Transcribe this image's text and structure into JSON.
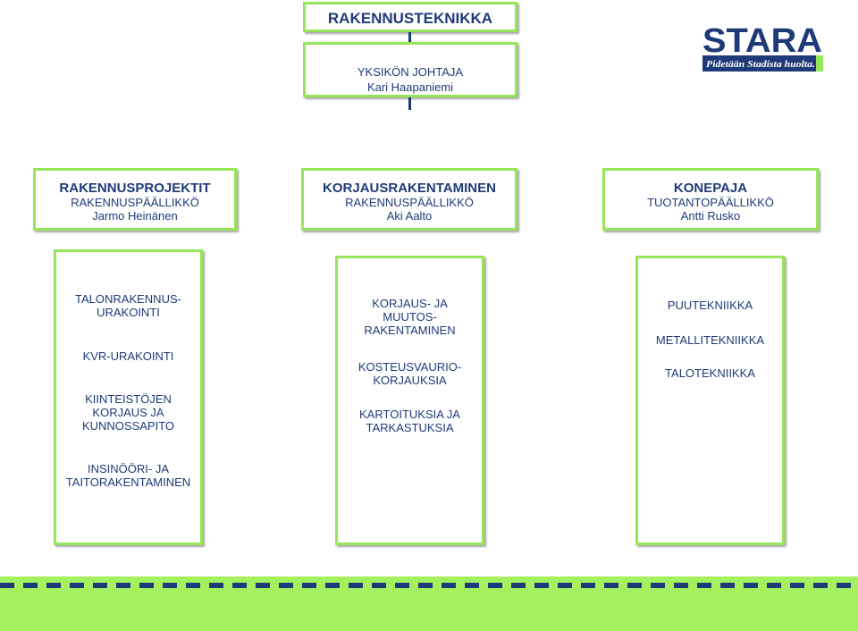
{
  "top": {
    "title": "RAKENNUSTEKNIKKA"
  },
  "director": {
    "role": "YKSIKÖN JOHTAJA",
    "name": "Kari Haapaniemi"
  },
  "departments": [
    {
      "title": "RAKENNUSPROJEKTIT",
      "role": "RAKENNUSPÄÄLLIKKÖ",
      "name": "Jarmo Heinänen"
    },
    {
      "title": "KORJAUSRAKENTAMINEN",
      "role": "RAKENNUSPÄÄLLIKKÖ",
      "name": "Aki Aalto"
    },
    {
      "title": "KONEPAJA",
      "role": "TUOTANTOPÄÄLLIKKÖ",
      "name": "Antti Rusko"
    }
  ],
  "units": [
    {
      "items": [
        "TALONRAKENNUS-\nURAKOINTI",
        "KVR-URAKOINTI",
        "KIINTEISTÖJEN\nKORJAUS JA\nKUNNOSSAPITO",
        "INSINÖÖRI- JA\nTAITORAKENTAMINEN"
      ]
    },
    {
      "items": [
        "KORJAUS-  JA\n        MUUTOS-\nRAKENTAMINEN",
        "KOSTEUSVAURIO-\n      KORJAUKSIA",
        "KARTOITUKSIA JA\n     TARKASTUKSIA"
      ]
    },
    {
      "items": [
        "PUUTEKNIIKKA",
        "METALLITEKNIIKKA",
        "TALOTEKNIIKKA"
      ]
    }
  ],
  "logo": {
    "name": "STARA",
    "slogan": "Pidetään Stadista huolta.",
    "brand_color": "#1f3a78",
    "accent_color": "#96e65a"
  }
}
